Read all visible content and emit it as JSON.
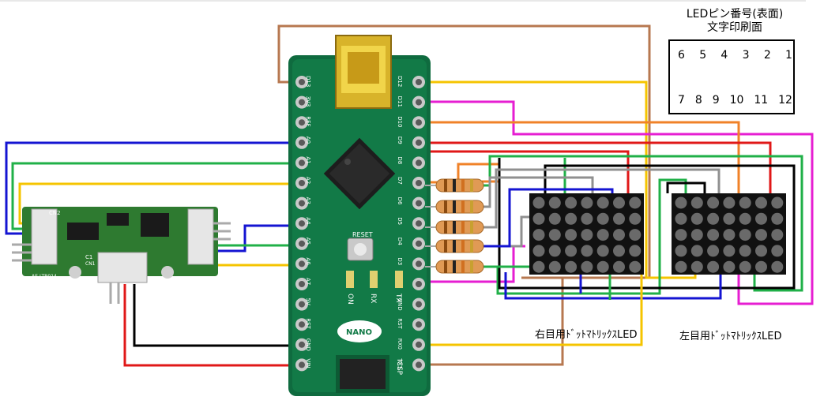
{
  "pin_legend": {
    "title_line1": "LEDピン番号(表面)",
    "title_line2": "文字印刷面",
    "top_row": [
      "6",
      "5",
      "4",
      "3",
      "2",
      "1"
    ],
    "bottom_row": [
      "7",
      "8",
      "9",
      "10",
      "11",
      "12"
    ]
  },
  "labels": {
    "right_matrix": "右目用ﾄﾞｯﾄﾏﾄﾘｯｸｽLED",
    "left_matrix": "左目用ﾄﾞｯﾄﾏﾄﾘｯｸｽLED"
  },
  "board": {
    "name": "NANO",
    "reset_label": "RESET",
    "icsp_label": "ICSP",
    "left_pins": [
      "D13",
      "3V3",
      "REF",
      "A0",
      "A1",
      "A2",
      "A3",
      "A4",
      "A5",
      "A6",
      "A7",
      "5V",
      "RST",
      "GND",
      "VIN"
    ],
    "right_pins": [
      "D12",
      "D11",
      "D10",
      "D9",
      "D8",
      "D7",
      "D6",
      "D5",
      "D4",
      "D3",
      "D2",
      "GND",
      "RST",
      "RX0",
      "TX1"
    ],
    "led_labels": [
      "ON",
      "RX",
      "TX"
    ]
  },
  "sensor_module": {
    "silk_top": "CN2",
    "silk_cn1": "CN1",
    "silk_c1": "C1",
    "silk_bottom": "AE-LTR014"
  },
  "wire_colors": {
    "blue": "#1414d2",
    "green": "#20b048",
    "yellow": "#f5c400",
    "magenta": "#e61ed2",
    "orange": "#f08228",
    "red": "#e01818",
    "black": "#000000",
    "brown": "#b77850",
    "gray": "#909090"
  }
}
